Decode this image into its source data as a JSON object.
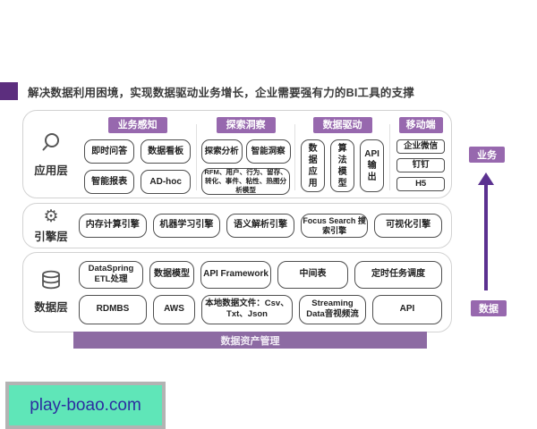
{
  "title": {
    "text": "解决数据利用困境，实现数据驱动业务增长，企业需要强有力的BI工具的支撑"
  },
  "colors": {
    "section_header_purple": "#9768ae",
    "bottom_bar_purple": "#8d6ba3",
    "title_square_purple": "#5c2e7e",
    "arrow_purple": "#5b3190",
    "box_border": "#4f4f4f",
    "panel_border": "#d2d2d2",
    "watermark_bg": "#5fe6b8",
    "watermark_text": "#2d2da0"
  },
  "application_layer": {
    "label": "应用层",
    "icon": "magnifier-icon",
    "sections": [
      {
        "header": "业务感知",
        "boxes": [
          "即时问答",
          "数据看板",
          "智能报表",
          "AD-hoc"
        ]
      },
      {
        "header": "探索洞察",
        "boxes": [
          "探索分析",
          "智能洞察"
        ],
        "wide_box": "RFM、用户、行为、留存、转化、事件、粘性、热图分析模型"
      },
      {
        "header": "数据驱动",
        "boxes": [
          "数据应用",
          "算法模型",
          "API输出"
        ]
      },
      {
        "header": "移动端",
        "boxes": [
          "企业微信",
          "钉钉",
          "H5"
        ]
      }
    ]
  },
  "engine_layer": {
    "label": "引擎层",
    "icon": "gear-icon",
    "boxes": [
      "内存计算引擎",
      "机器学习引擎",
      "语义解析引擎",
      "Focus Search 搜索引擎",
      "可视化引擎"
    ]
  },
  "data_layer": {
    "label": "数据层",
    "icon": "database-icon",
    "row1": [
      "DataSpring ETL处理",
      "数据模型",
      "API Framework",
      "中间表",
      "定时任务调度"
    ],
    "row2": [
      "RDMBS",
      "AWS",
      "本地数据文件：Csv、Txt、Json",
      "Streaming Data音视频流",
      "API"
    ]
  },
  "bottom_bar": {
    "label": "数据资产管理"
  },
  "flow_axis": {
    "top_label": "业务",
    "bottom_label": "数据"
  },
  "watermark": {
    "text": "play-boao.com"
  }
}
